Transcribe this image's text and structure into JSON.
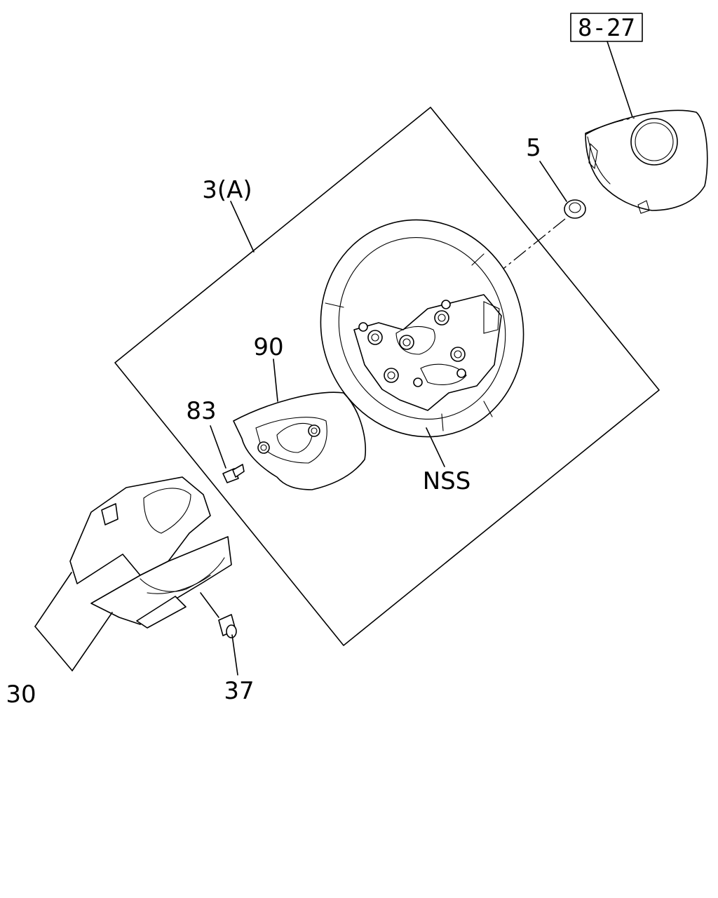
{
  "diagram": {
    "ref_box": "8-27",
    "callouts": {
      "assembly": "3(A)",
      "nut": "5",
      "cover": "90",
      "screw_cover": "83",
      "wheel_note": "NSS",
      "column_cover": "30",
      "screw_column": "37"
    }
  }
}
